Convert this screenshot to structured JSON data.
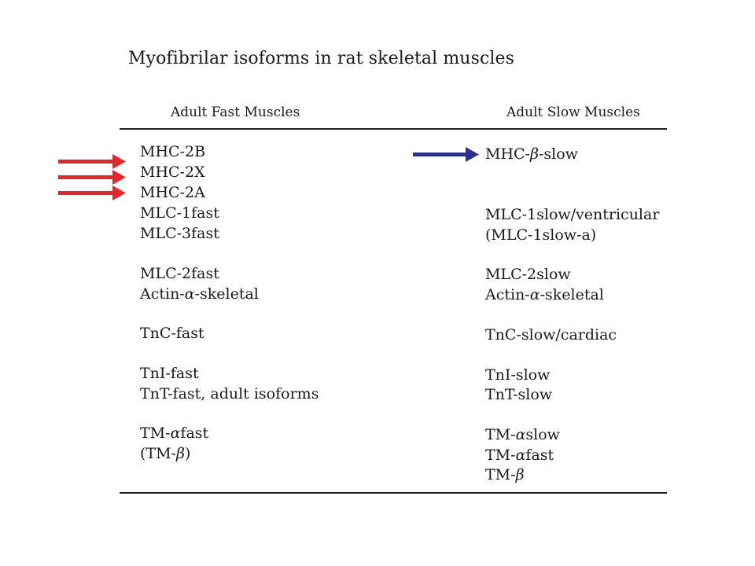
{
  "title": "Myofibrilar isoforms in rat skeletal muscles",
  "columns": {
    "left": "Adult Fast Muscles",
    "right": "Adult Slow Muscles"
  },
  "fast": [
    {
      "top": "MHC-2B"
    },
    {
      "top": "MHC-2X"
    },
    {
      "top": "MHC-2A"
    },
    {
      "top": "MLC-1fast"
    },
    {
      "top": "MLC-3fast"
    },
    {
      "top": "MLC-2fast"
    },
    {
      "pre": "Actin-",
      "greek": "α",
      "post": "-skeletal"
    },
    {
      "top": "TnC-fast"
    },
    {
      "top": "TnI-fast"
    },
    {
      "top": "TnT-fast, adult isoforms"
    },
    {
      "pre": "TM-",
      "greek": "α",
      "post": "fast"
    },
    {
      "pre": "(TM-",
      "greek": "β",
      "post": ")"
    }
  ],
  "slow": [
    {
      "pre": "MHC-",
      "greek": "β",
      "post": "-slow"
    },
    {
      "top": "MLC-1slow/ventricular"
    },
    {
      "top": "(MLC-1slow-a)"
    },
    {
      "top": "MLC-2slow"
    },
    {
      "pre": "Actin-",
      "greek": "α",
      "post": "-skeletal"
    },
    {
      "top": "TnC-slow/cardiac"
    },
    {
      "top": "TnI-slow"
    },
    {
      "top": "TnT-slow"
    },
    {
      "pre": "TM-",
      "greek": "α",
      "post": "slow"
    },
    {
      "pre": "TM-",
      "greek": "α",
      "post": "fast"
    },
    {
      "pre": "TM-",
      "greek": "β",
      "post": ""
    }
  ],
  "arrows": {
    "red_color": "#e8262a",
    "blue_color": "#2b2f8f",
    "red_count": 3,
    "blue_count": 1
  }
}
